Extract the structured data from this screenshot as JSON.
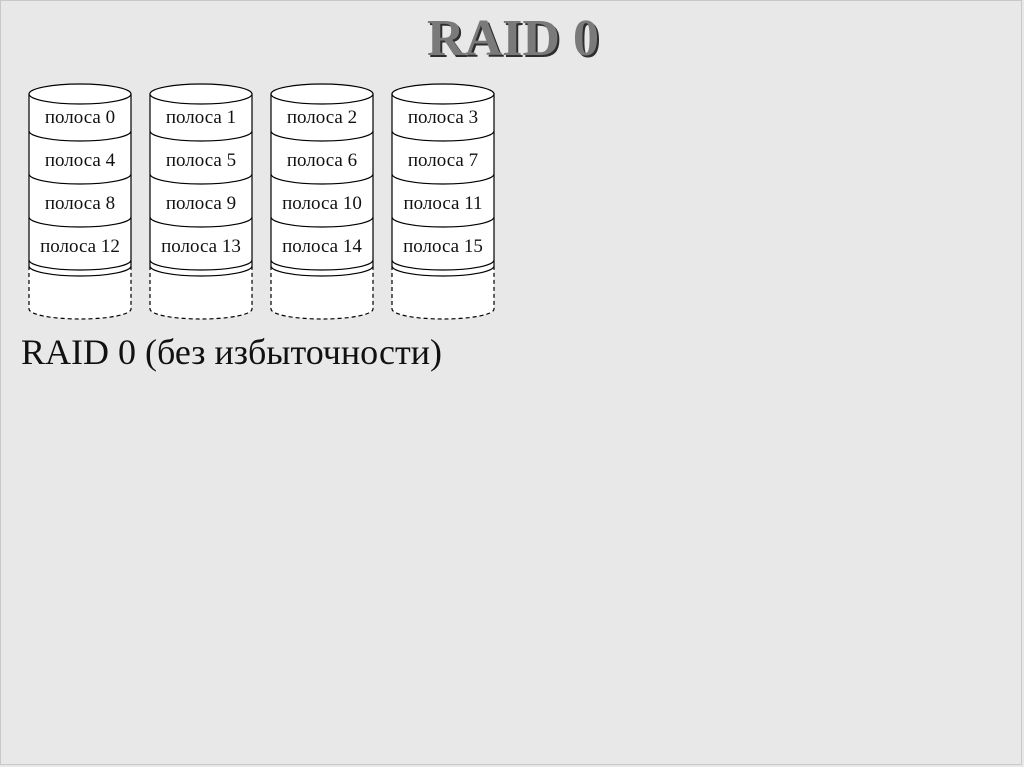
{
  "title": "RAID 0",
  "caption": "RAID 0 (без избыточности)",
  "disks": [
    {
      "stripes": [
        "полоса 0",
        "полоса 4",
        "полоса 8",
        "полоса 12"
      ]
    },
    {
      "stripes": [
        "полоса 1",
        "полоса 5",
        "полоса 9",
        "полоса 13"
      ]
    },
    {
      "stripes": [
        "полоса 2",
        "полоса 6",
        "полоса 10",
        "полоса 14"
      ]
    },
    {
      "stripes": [
        "полоса 3",
        "полоса 7",
        "полоса 11",
        "полоса 15"
      ]
    }
  ],
  "colors": {
    "background": "#e8e8e8",
    "title": "#7a7a7a",
    "title_shadow": "#2e2e2e",
    "disk_fill": "#ffffff",
    "line": "#000000"
  }
}
